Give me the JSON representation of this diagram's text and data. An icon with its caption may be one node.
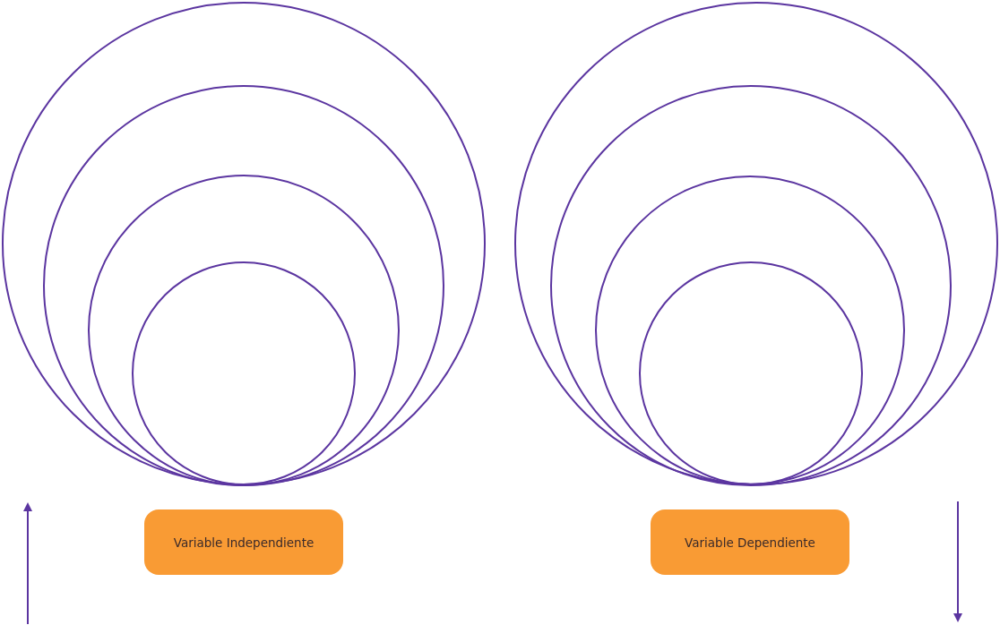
{
  "diagram": {
    "nodes": [
      {
        "text": [],
        "shape": "circle"
      },
      {
        "text": [],
        "shape": "circle",
        "in": 0
      },
      {
        "text": [],
        "shape": "circle",
        "in": 1
      },
      {
        "text": [],
        "shape": "circle",
        "in": 2
      },
      {
        "text": [],
        "shape": "circle"
      },
      {
        "text": [],
        "shape": "circle",
        "in": 4
      },
      {
        "text": [],
        "shape": "circle",
        "in": 5
      },
      {
        "text": [],
        "shape": "circle",
        "in": 6
      },
      {
        "text": [
          "Variable Independiente"
        ]
      },
      {
        "text": [
          "Variable Dependiente"
        ]
      }
    ],
    "edges": []
  }
}
